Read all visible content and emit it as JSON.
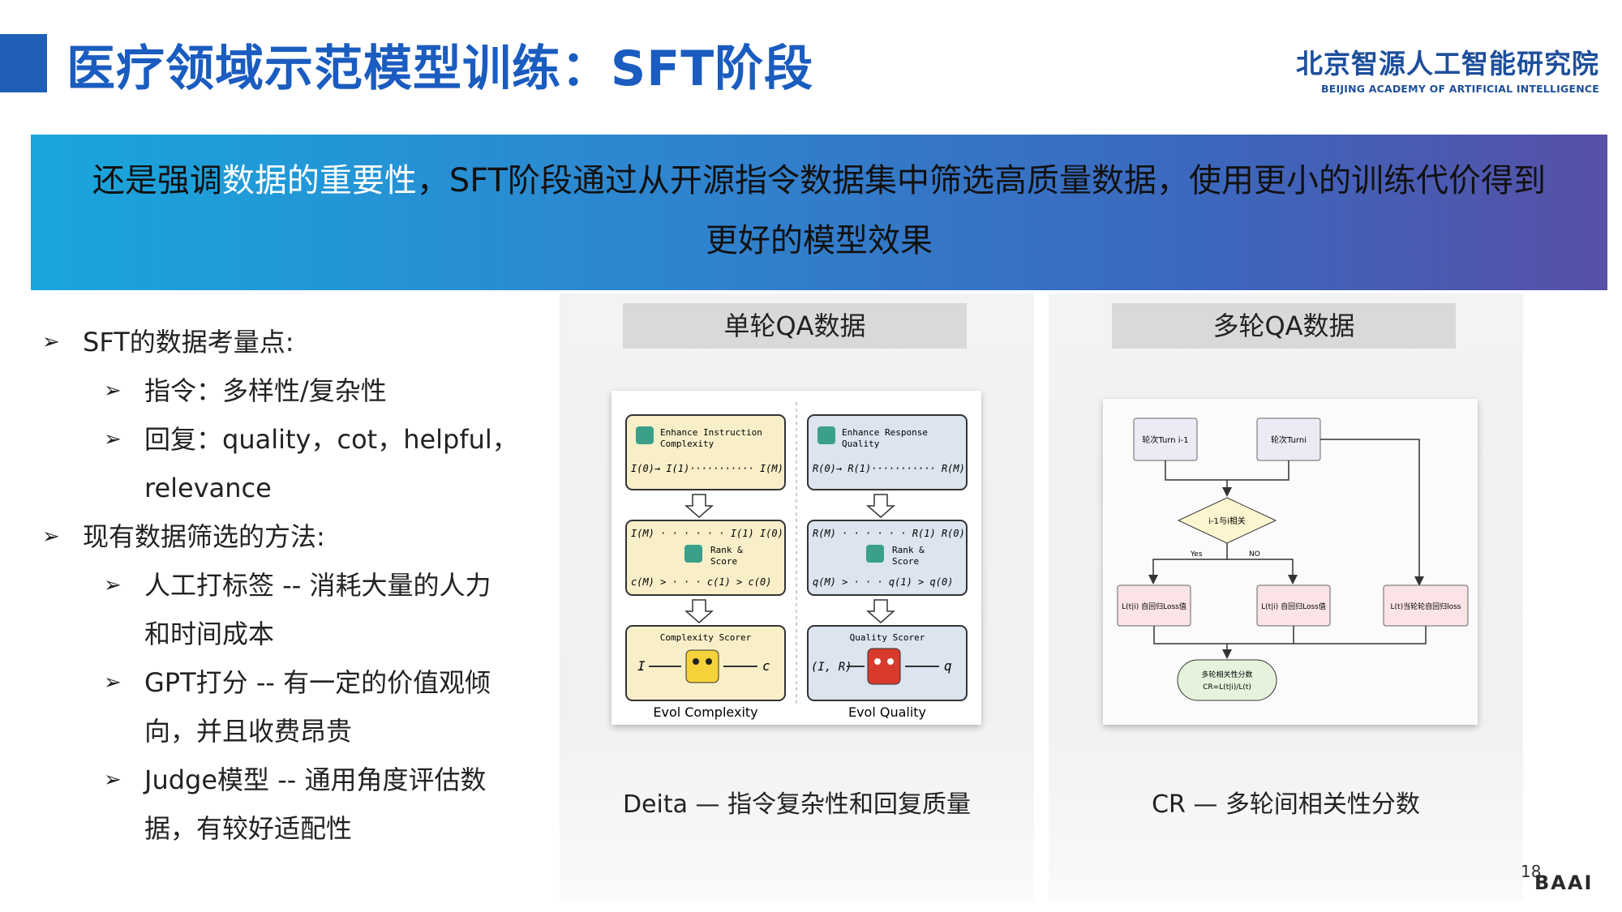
{
  "title": "医疗领域示范模型训练：SFT阶段",
  "logo": {
    "cn": "北京智源人工智能研究院",
    "en": "BEIJING ACADEMY OF ARTIFICIAL INTELLIGENCE"
  },
  "banner": {
    "p1": "还是强调",
    "p2": "数据的重要性",
    "p3": "，SFT阶段通过从开源指令数据集中筛选高质量数据，使用更小的训练代价得到",
    "p4": "更好的模型效果"
  },
  "bullets": {
    "h1": "SFT的数据考量点:",
    "h1_items": [
      {
        "line": "指令：多样性/复杂性"
      },
      {
        "line": "回复：quality，cot，helpful，",
        "cont": "relevance"
      }
    ],
    "h2": "现有数据筛选的方法:",
    "h2_items": [
      {
        "line": "人工打标签 -- 消耗大量的人力",
        "cont": "和时间成本"
      },
      {
        "line": "GPT打分 --  有一定的价值观倾",
        "cont": "向，并且收费昂贵"
      },
      {
        "line": "Judge模型 -- 通用角度评估数",
        "cont": "据，有较好适配性"
      }
    ]
  },
  "panel_left": {
    "header": "单轮QA数据",
    "caption": "Deita — 指令复杂性和回复质量",
    "fig": {
      "box_a1": "Enhance Instruction",
      "box_a2": "Complexity",
      "box_b1": "Enhance Response",
      "box_b2": "Quality",
      "rank1": "Rank &",
      "rank2": "Score",
      "scorer_a": "Complexity Scorer",
      "scorer_b": "Quality Scorer",
      "label_a": "Evol Complexity",
      "label_b": "Evol Quality",
      "seq_a": "I(0)→ I(1)··········· I(M)",
      "seq_b": "R(0)→ R(1)··········· R(M)",
      "in_a": "I",
      "out_a": "c",
      "in_b": "(I, R)",
      "out_b": "q"
    }
  },
  "panel_right": {
    "header": "多轮QA数据",
    "caption": "CR — 多轮间相关性分数",
    "fig": {
      "node1": "轮次Turn i-1",
      "node2": "轮次Turni",
      "decision": "i-1与i相关",
      "yes": "Yes",
      "no": "NO",
      "box1": "L(t|i) 自回归Loss值",
      "box2": "L(t|i) 自回归Loss值",
      "box3": "L(t)当轮轮自回归loss",
      "result1": "多轮相关性分数",
      "result2": "CR=L(t|i)/L(t)"
    }
  },
  "footer": {
    "page": "18",
    "brand": "BAAI"
  },
  "colors": {
    "title": "#1a5cc0",
    "accent_bar": "#1f5fb8",
    "banner_start": "#19a6dc",
    "banner_end": "#5650a6",
    "highlight": "#ffffff"
  }
}
